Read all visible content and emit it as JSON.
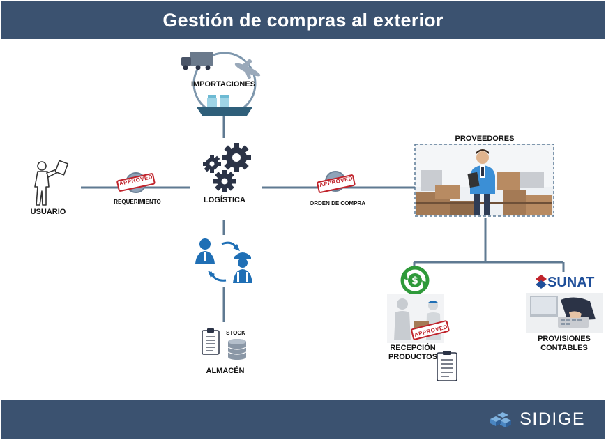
{
  "header": {
    "title": "Gestión de compras al exterior"
  },
  "footer": {
    "brand": "SIDIGE"
  },
  "nodes": {
    "importaciones": "IMPORTACIONES",
    "logistica": "LOGÍSTICA",
    "usuario": "USUARIO",
    "proveedores": "PROVEEDORES",
    "almacen": "ALMACÉN",
    "stock": "STOCK",
    "recepcion_line1": "RECEPCIÓN",
    "recepcion_line2": "PRODUCTOS",
    "provisiones_line1": "PROVISIONES",
    "provisiones_line2": "CONTABLES"
  },
  "edges": {
    "requerimiento": "REQUERIMIENTO",
    "orden_compra": "ORDEN DE COMPRA"
  },
  "stamps": {
    "approved": "APPROVED"
  },
  "logos": {
    "sunat": "SUNAT"
  },
  "colors": {
    "header_bg": "#3b5270",
    "connector": "#5f7a92",
    "icon_dark": "#2b3346",
    "icon_blue": "#1f6fb5",
    "stamp_red": "#c0232b",
    "money_green": "#2f9a3a"
  }
}
